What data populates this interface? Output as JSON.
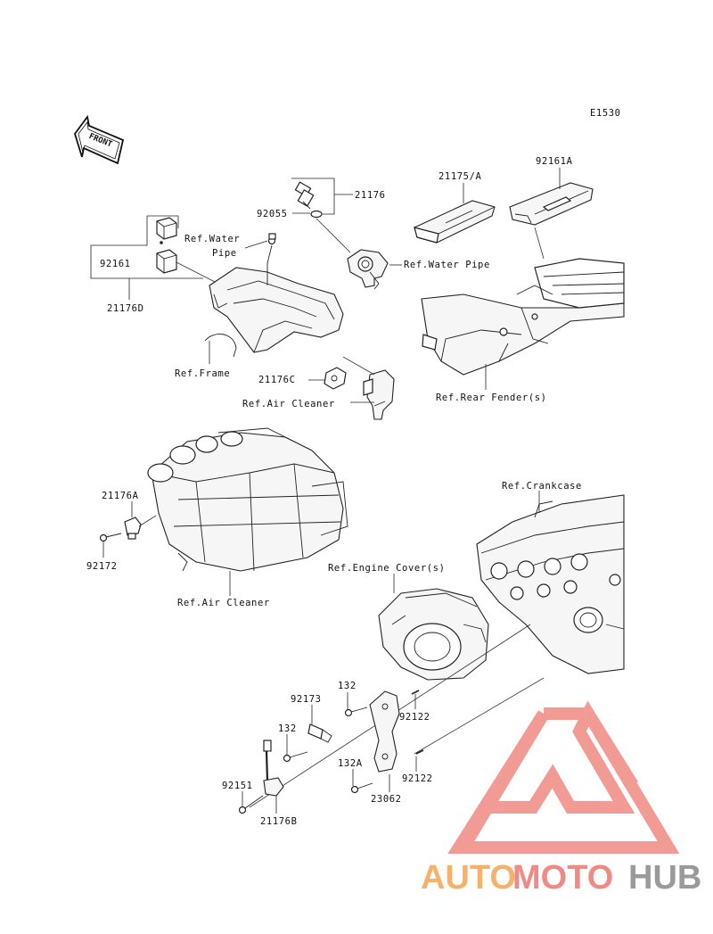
{
  "diagram": {
    "code": "E1530",
    "front_label": "FRONT",
    "labels": {
      "p21176": "21176",
      "p92055": "92055",
      "p21175A": "21175/A",
      "p92161A": "92161A",
      "ref_water_pipe_1": "Ref.Water",
      "ref_water_pipe_2": "Pipe",
      "ref_water_pipe_right": "Ref.Water Pipe",
      "p92161": "92161",
      "p21176D": "21176D",
      "ref_frame": "Ref.Frame",
      "p21176C": "21176C",
      "ref_air_cleaner_top": "Ref.Air Cleaner",
      "ref_rear_fender": "Ref.Rear Fender(s)",
      "p21176A": "21176A",
      "p92172": "92172",
      "ref_crankcase": "Ref.Crankcase",
      "ref_engine_cover": "Ref.Engine Cover(s)",
      "ref_air_cleaner_bottom": "Ref.Air Cleaner",
      "p132_top": "132",
      "p92173": "92173",
      "p92122_top": "92122",
      "p132_mid": "132",
      "p132A": "132A",
      "p92122_bottom": "92122",
      "p92151": "92151",
      "p23062": "23062",
      "p21176B": "21176B"
    }
  },
  "watermark": {
    "text_auto": "AUTO",
    "text_moto": "MOTO",
    "text_hub": "HUB",
    "color_auto": "#f6b26b",
    "color_moto": "#ef8b84",
    "color_hub": "#9a9a9a",
    "logo_color": "#f08a82"
  }
}
